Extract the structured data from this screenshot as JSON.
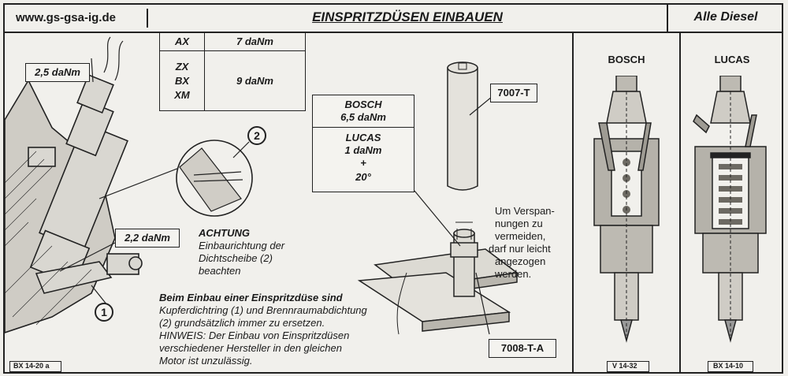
{
  "header": {
    "site": "www.gs-gsa-ig.de",
    "title": "EINSPRITZDÜSEN EINBAUEN",
    "scope": "Alle Diesel"
  },
  "torque_table": {
    "rows": [
      {
        "models": [
          "AX"
        ],
        "torque": "7 daNm"
      },
      {
        "models": [
          "ZX",
          "BX",
          "XM"
        ],
        "torque": "9 daNm"
      }
    ]
  },
  "callouts": {
    "injector_torque": "2,5 daNm",
    "line_torque": "2,2 daNm",
    "part1": "1",
    "part2": "2",
    "tool1": "7007-T",
    "tool2": "7008-T-A"
  },
  "torque_box": {
    "bosch_brand": "BOSCH",
    "bosch_value": "6,5 daNm",
    "lucas_brand": "LUCAS",
    "lucas_value": "1 daNm",
    "plus": "+",
    "angle": "20°"
  },
  "notes": {
    "achtung_title": "ACHTUNG",
    "achtung_l1": "Einbaurichtung der",
    "achtung_l2": "Dichtscheibe (2)",
    "achtung_l3": "beachten",
    "tension_l1": "Um Verspan-",
    "tension_l2": "nungen zu",
    "tension_l3": "vermeiden,",
    "tension_l4": "darf nur leicht",
    "tension_l5": "angezogen",
    "tension_l6": "werden.",
    "main_l1": "Beim Einbau einer Einspritzdüse sind",
    "main_l2": "Kupferdichtring (1) und Brennraumabdichtung",
    "main_l3": "(2) grundsätzlich immer zu ersetzen.",
    "main_l4": "HINWEIS: Der Einbau von Einspritzdüsen",
    "main_l5": "verschiedener Hersteller in den gleichen",
    "main_l6": "Motor ist unzulässig."
  },
  "sections": {
    "bosch": "BOSCH",
    "lucas": "LUCAS"
  },
  "figure_refs": {
    "left": "BX 14-20 a",
    "bosch": "V 14-32",
    "lucas": "BX 14-10"
  }
}
